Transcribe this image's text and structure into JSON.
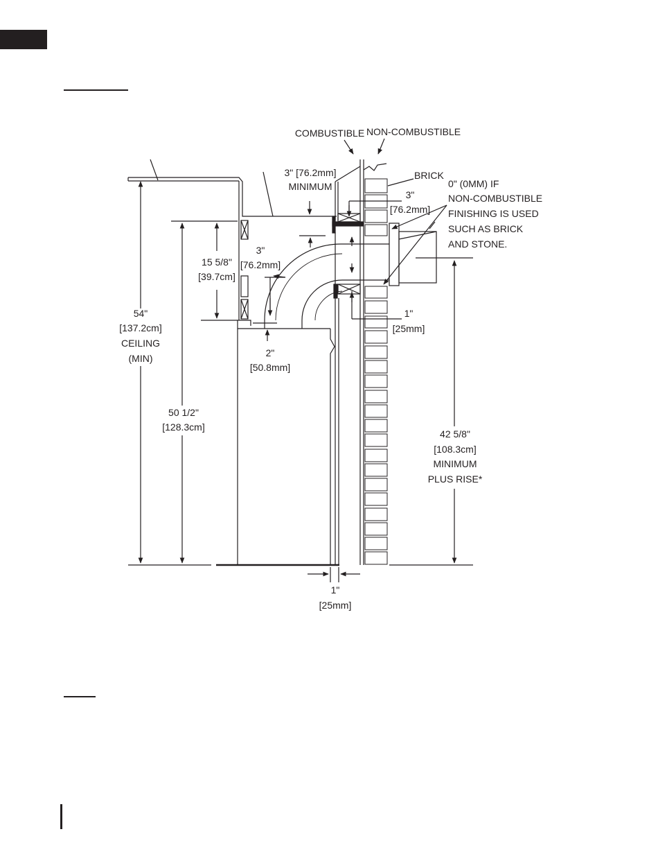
{
  "diagram": {
    "labels": {
      "combustible": "COMBUSTIBLE",
      "non_combustible": "NON-COMBUSTIBLE",
      "brick": "BRICK",
      "clearance_3in_min": [
        "3\" [76.2mm]",
        "MINIMUM"
      ],
      "clearance_3in_brick": [
        "3\"",
        "[76.2mm]"
      ],
      "zero_clearance_note": [
        "0\" (0MM) IF",
        "NON-COMBUSTIBLE",
        "FINISHING IS USED",
        "SUCH AS BRICK",
        "AND STONE."
      ],
      "dim_15_5_8": [
        "15 5/8\"",
        "[39.7cm]"
      ],
      "dim_3in_elbow": [
        "3\"",
        "[76.2mm]"
      ],
      "dim_54": [
        "54\"",
        "[137.2cm]",
        "CEILING",
        "(MIN)"
      ],
      "dim_2in": [
        "2\"",
        "[50.8mm]"
      ],
      "dim_1in_right": [
        "1\"",
        "[25mm]"
      ],
      "dim_50_1_2": [
        "50 1/2\"",
        "[128.3cm]"
      ],
      "dim_42_5_8": [
        "42 5/8\"",
        "[108.3cm]",
        "MINIMUM",
        "PLUS RISE*"
      ],
      "dim_1in_bottom": [
        "1\"",
        "[25mm]"
      ]
    }
  }
}
